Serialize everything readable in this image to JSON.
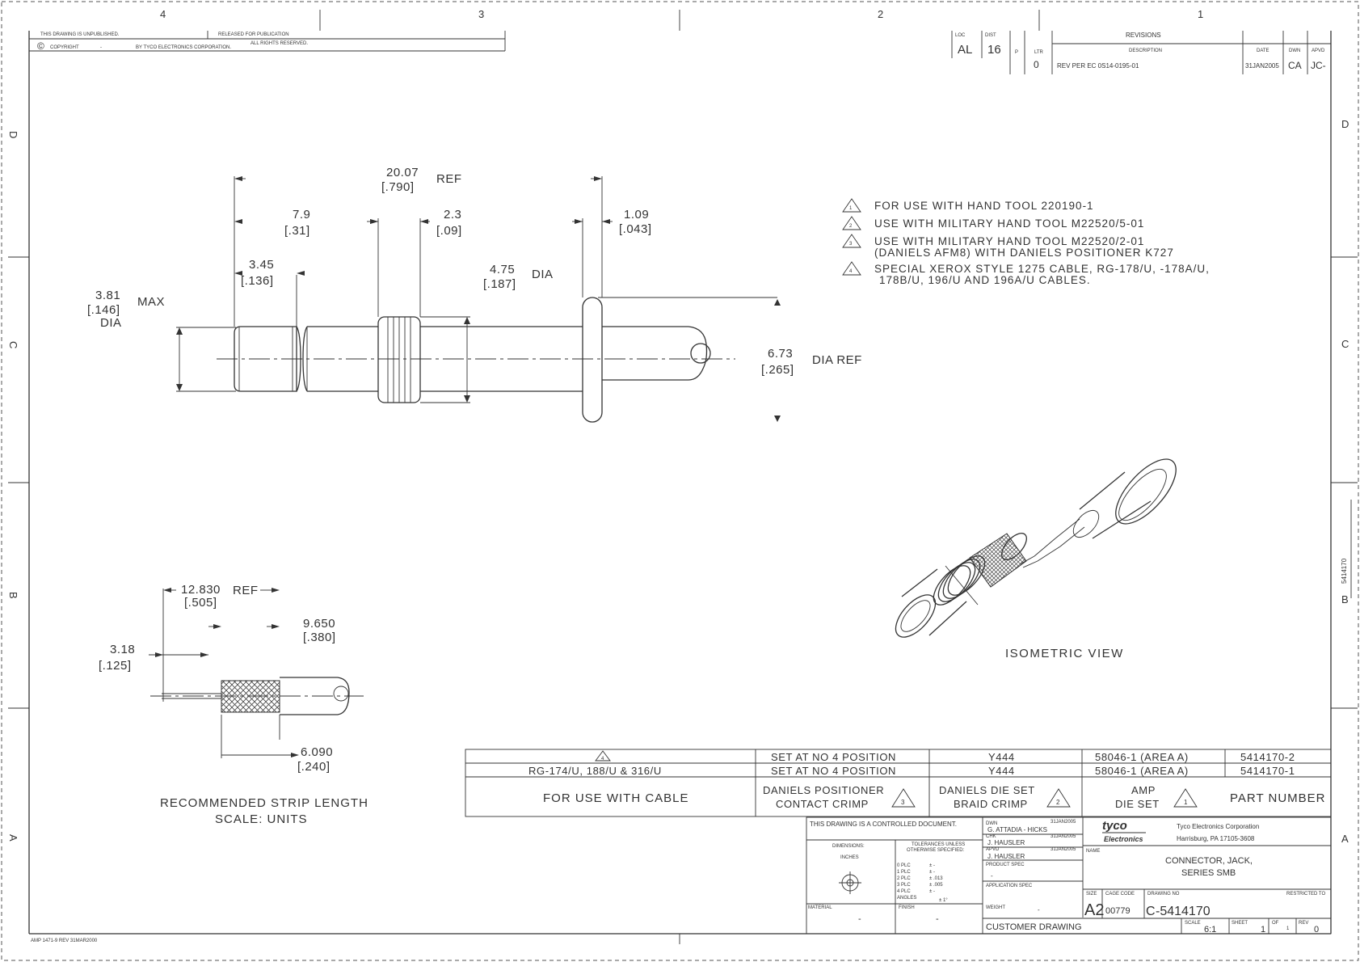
{
  "zones": {
    "columns": [
      "4",
      "3",
      "2",
      "1"
    ],
    "rows": [
      "D",
      "C",
      "B",
      "A"
    ]
  },
  "top_strip": {
    "unpublished": "THIS DRAWING IS UNPUBLISHED.",
    "released": "RELEASED FOR PUBLICATION",
    "copyright": "COPYRIGHT",
    "dash": "-",
    "by": "BY TYCO ELECTRONICS CORPORATION.",
    "rights": "ALL RIGHTS RESERVED."
  },
  "revisions": {
    "loc_label": "LOC",
    "loc_value": "AL",
    "dist_label": "DIST",
    "dist_value": "16",
    "p_label": "P",
    "ltr_label": "LTR",
    "ltr_value": "0",
    "header": "REVISIONS",
    "desc_label": "DESCRIPTION",
    "desc_value": "REV PER EC 0S14-0195-01",
    "date_label": "DATE",
    "date_value": "31JAN2005",
    "dwn_label": "DWN",
    "dwn_value": "CA",
    "apvd_label": "APVD",
    "apvd_value": "JC-"
  },
  "dimensions": {
    "d1_mm": "20.07",
    "d1_in": "[.790]",
    "d1_ref": "REF",
    "d2_mm": "7.9",
    "d2_in": "[.31]",
    "d3_mm": "2.3",
    "d3_in": "[.09]",
    "d4_mm": "1.09",
    "d4_in": "[.043]",
    "d5_mm": "3.45",
    "d5_in": "[.136]",
    "d6_mm": "4.75",
    "d6_in": "[.187]",
    "d6_dia": "DIA",
    "d7_mm": "3.81",
    "d7_in": "[.146]",
    "d7_max": "MAX",
    "d7_dia": "DIA",
    "d8_mm": "6.73",
    "d8_in": "[.265]",
    "d8_dia": "DIA REF"
  },
  "notes": [
    {
      "num": "1",
      "text": "FOR USE WITH HAND TOOL 220190-1"
    },
    {
      "num": "2",
      "text": "USE WITH MILITARY HAND TOOL M22520/5-01"
    },
    {
      "num": "3",
      "text": "USE WITH MILITARY HAND TOOL M22520/2-01",
      "text2": "(DANIELS AFM8) WITH DANIELS POSITIONER K727"
    },
    {
      "num": "4",
      "text": "SPECIAL XEROX STYLE 1275 CABLE, RG-178/U, -178A/U,",
      "text2": "178B/U, 196/U AND 196A/U CABLES."
    }
  ],
  "iso_view_label": "ISOMETRIC VIEW",
  "strip": {
    "s1_mm": "12.830",
    "s1_in": "[.505]",
    "s1_ref": "REF",
    "s2_mm": "9.650",
    "s2_in": "[.380]",
    "s3_mm": "3.18",
    "s3_in": "[.125]",
    "s4_mm": "6.090",
    "s4_in": "[.240]",
    "title": "RECOMMENDED STRIP LENGTH",
    "units": "SCALE: UNITS"
  },
  "table": {
    "rows": [
      {
        "cable_note": "4",
        "cable": "",
        "positioner": "SET AT NO 4 POSITION",
        "die_set": "Y444",
        "amp_die": "58046-1 (AREA A)",
        "part": "5414170-2"
      },
      {
        "cable_note": "",
        "cable": "RG-174/U, 188/U & 316/U",
        "positioner": "SET AT NO 4 POSITION",
        "die_set": "Y444",
        "amp_die": "58046-1 (AREA A)",
        "part": "5414170-1"
      }
    ],
    "headers": {
      "cable": "FOR USE WITH CABLE",
      "positioner_1": "DANIELS POSITIONER",
      "positioner_2": "CONTACT CRIMP",
      "positioner_note": "3",
      "die_1": "DANIELS DIE SET",
      "die_2": "BRAID CRIMP",
      "die_note": "2",
      "amp_1": "AMP",
      "amp_2": "DIE SET",
      "amp_note": "1",
      "part": "PART NUMBER"
    }
  },
  "title_block": {
    "controlled": "THIS DRAWING IS A CONTROLLED DOCUMENT.",
    "dwn_label": "DWN",
    "dwn_name": "G. ATTADIA - HICKS",
    "dwn_date": "31JAN2005",
    "chk_label": "CHK",
    "chk_name": "J. HAUSLER",
    "chk_date": "31JAN2005",
    "appvd_label": "APVD",
    "appvd_name": "J. HAUSLER",
    "appvd_date": "31JAN2005",
    "prod_spec": "PRODUCT SPEC",
    "prod_spec_val": "-",
    "app_spec": "APPLICATION SPEC",
    "weight_label": "WEIGHT",
    "weight_val": "-",
    "dims_label": "DIMENSIONS:",
    "dims_val": "INCHES",
    "tol_label_1": "TOLERANCES UNLESS",
    "tol_label_2": "OTHERWISE SPECIFIED:",
    "tol": [
      {
        "plc": "0 PLC",
        "val": "± -"
      },
      {
        "plc": "1 PLC",
        "val": "± -"
      },
      {
        "plc": "2 PLC",
        "val": "± .013"
      },
      {
        "plc": "3 PLC",
        "val": "± .005"
      },
      {
        "plc": "4 PLC",
        "val": "± -"
      },
      {
        "plc": "ANGLES",
        "val": "± 1°"
      }
    ],
    "material_label": "MATERIAL",
    "material_val": "-",
    "finish_label": "FINISH",
    "finish_val": "-",
    "logo_1": "tyco",
    "logo_2": "Electronics",
    "company_1": "Tyco Electronics Corporation",
    "company_2": "Harrisburg, PA 17105-3608",
    "name_label": "NAME",
    "name_1": "CONNECTOR, JACK,",
    "name_2": "SERIES SMB",
    "size_label": "SIZE",
    "size_val": "A2",
    "cage_label": "CAGE CODE",
    "cage_val": "00779",
    "dwgno_label": "DRAWING NO",
    "dwgno_prefix": "C",
    "dwgno_val": "-5414170",
    "restricted": "RESTRICTED TO",
    "customer": "CUSTOMER DRAWING",
    "scale_label": "SCALE",
    "scale_val": "6:1",
    "sheet_label": "SHEET",
    "sheet_val": "1",
    "of_label": "OF",
    "of_val": "1",
    "rev_label": "REV",
    "rev_val": "0"
  },
  "side_number": "5414170",
  "form_code": "AMP 1471-9 REV 31MAR2000"
}
